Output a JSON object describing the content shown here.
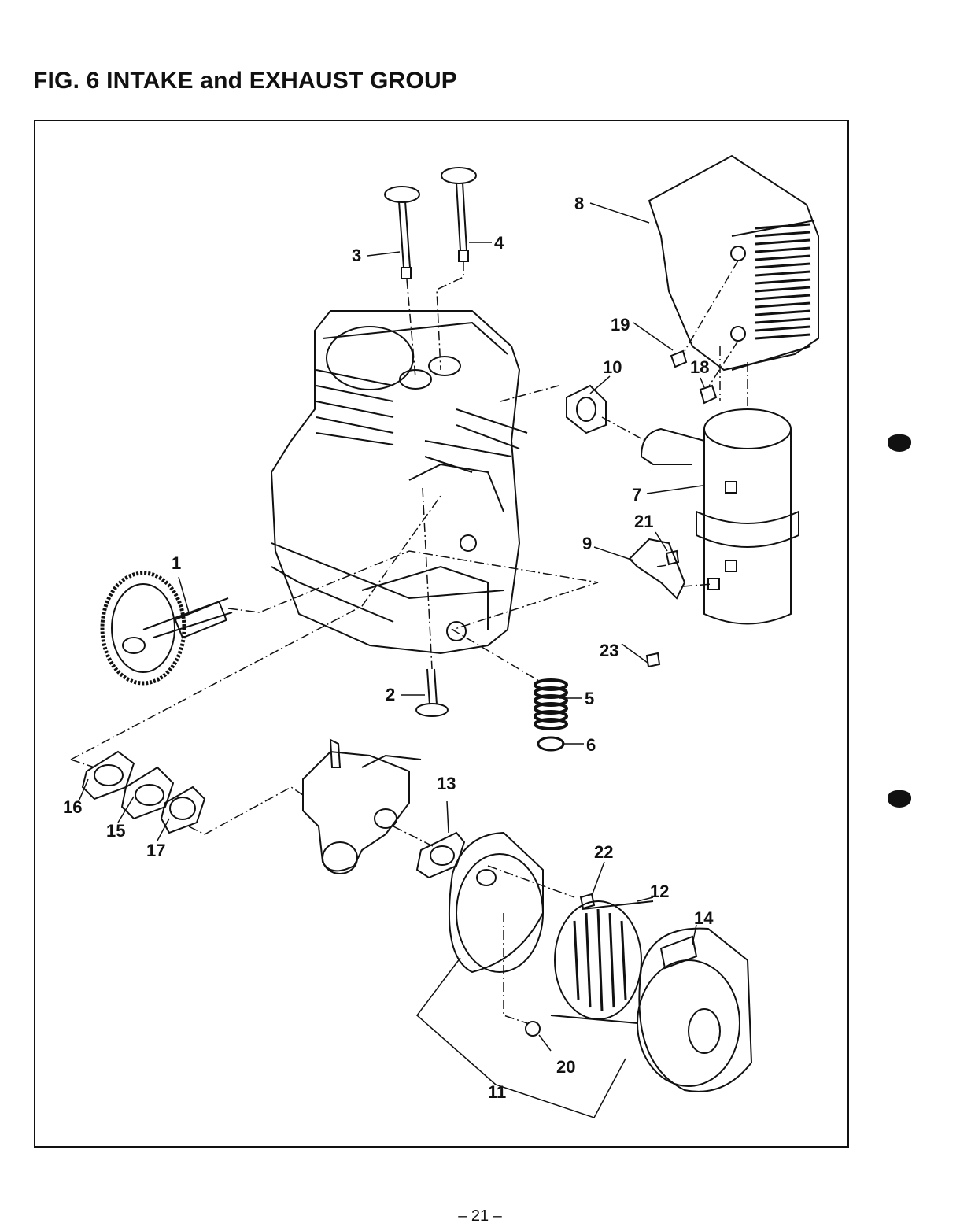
{
  "page": {
    "title": "FIG. 6 INTAKE and EXHAUST GROUP",
    "page_number": "– 21 –"
  },
  "diagram": {
    "callouts": [
      {
        "id": "c1",
        "text": "1"
      },
      {
        "id": "c2",
        "text": "2"
      },
      {
        "id": "c3",
        "text": "3"
      },
      {
        "id": "c4",
        "text": "4"
      },
      {
        "id": "c5",
        "text": "5"
      },
      {
        "id": "c6",
        "text": "6"
      },
      {
        "id": "c7",
        "text": "7"
      },
      {
        "id": "c8",
        "text": "8"
      },
      {
        "id": "c9",
        "text": "9"
      },
      {
        "id": "c10",
        "text": "10"
      },
      {
        "id": "c11",
        "text": "11"
      },
      {
        "id": "c12",
        "text": "12"
      },
      {
        "id": "c13",
        "text": "13"
      },
      {
        "id": "c14",
        "text": "14"
      },
      {
        "id": "c15",
        "text": "15"
      },
      {
        "id": "c16",
        "text": "16"
      },
      {
        "id": "c17",
        "text": "17"
      },
      {
        "id": "c18",
        "text": "18"
      },
      {
        "id": "c19",
        "text": "19"
      },
      {
        "id": "c20",
        "text": "20"
      },
      {
        "id": "c21",
        "text": "21"
      },
      {
        "id": "c22",
        "text": "22"
      },
      {
        "id": "c23",
        "text": "23"
      }
    ]
  }
}
